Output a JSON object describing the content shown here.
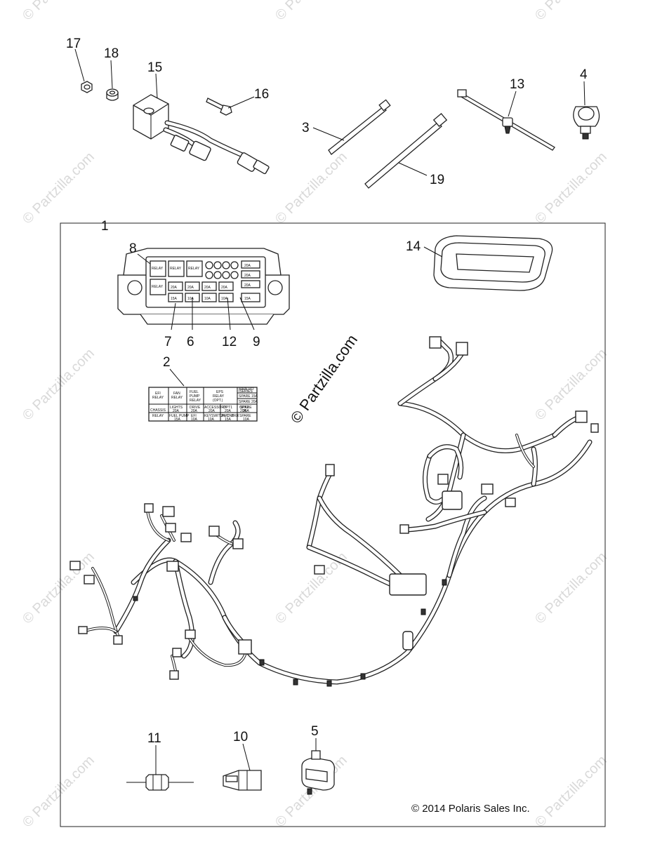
{
  "watermark": "© Partzilla.com",
  "brand_watermark": "© Partzilla.com",
  "copyright": "© 2014 Polaris Sales Inc.",
  "callouts": [
    "1",
    "2",
    "3",
    "4",
    "5",
    "6",
    "7",
    "8",
    "9",
    "10",
    "11",
    "12",
    "13",
    "14",
    "15",
    "16",
    "17",
    "18",
    "19"
  ],
  "fuse_label": {
    "r1": [
      "EFI",
      "RELAY",
      "FAN",
      "RELAY",
      "FUEL",
      "PUMP",
      "RELAY",
      "EPS",
      "RELAY",
      "(OPT.)",
      "MAIN RO",
      "ISERIES",
      "SPARE 15A",
      "SPARE 20A"
    ],
    "r2": [
      "CHASSIS",
      "RELAY",
      "LIGHTS",
      "20A",
      "DRIVE",
      "20A",
      "ACCESSORY",
      "20A",
      "OPT1",
      "20A",
      "OPT2",
      "20A",
      "SPARE",
      "20A"
    ],
    "r3": [
      "FUEL PUMP",
      "15A",
      "EFI",
      "10A",
      "KEYSWITCH",
      "10A",
      "AWD",
      "CNT",
      "BKR",
      "15A",
      "SPARE",
      "10A"
    ]
  },
  "box_text": [
    "RELAY",
    "RELAY",
    "RELAY",
    "RELAY",
    "20A",
    "20A",
    "20A",
    "20A",
    "15A",
    "10A",
    "10A",
    "10A",
    "15A",
    "20A",
    "20A",
    "20A"
  ]
}
